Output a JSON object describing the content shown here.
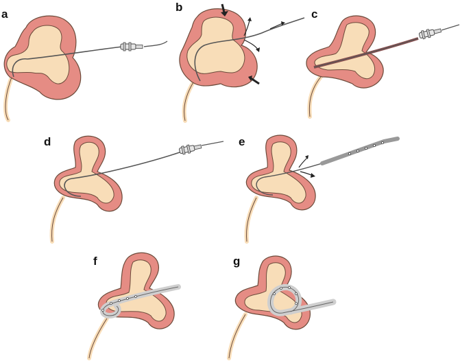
{
  "figure": {
    "panels": [
      {
        "id": "a",
        "label": "a"
      },
      {
        "id": "b",
        "label": "b"
      },
      {
        "id": "c",
        "label": "c"
      },
      {
        "id": "d",
        "label": "d"
      },
      {
        "id": "e",
        "label": "e"
      },
      {
        "id": "f",
        "label": "f"
      },
      {
        "id": "g",
        "label": "g"
      }
    ]
  },
  "colors": {
    "parenchyma": "#E58C84",
    "calyx": "#F8DDB8",
    "outline": "#6B4A3A",
    "instrument": "#BDBDBD",
    "ink": "#222222"
  }
}
